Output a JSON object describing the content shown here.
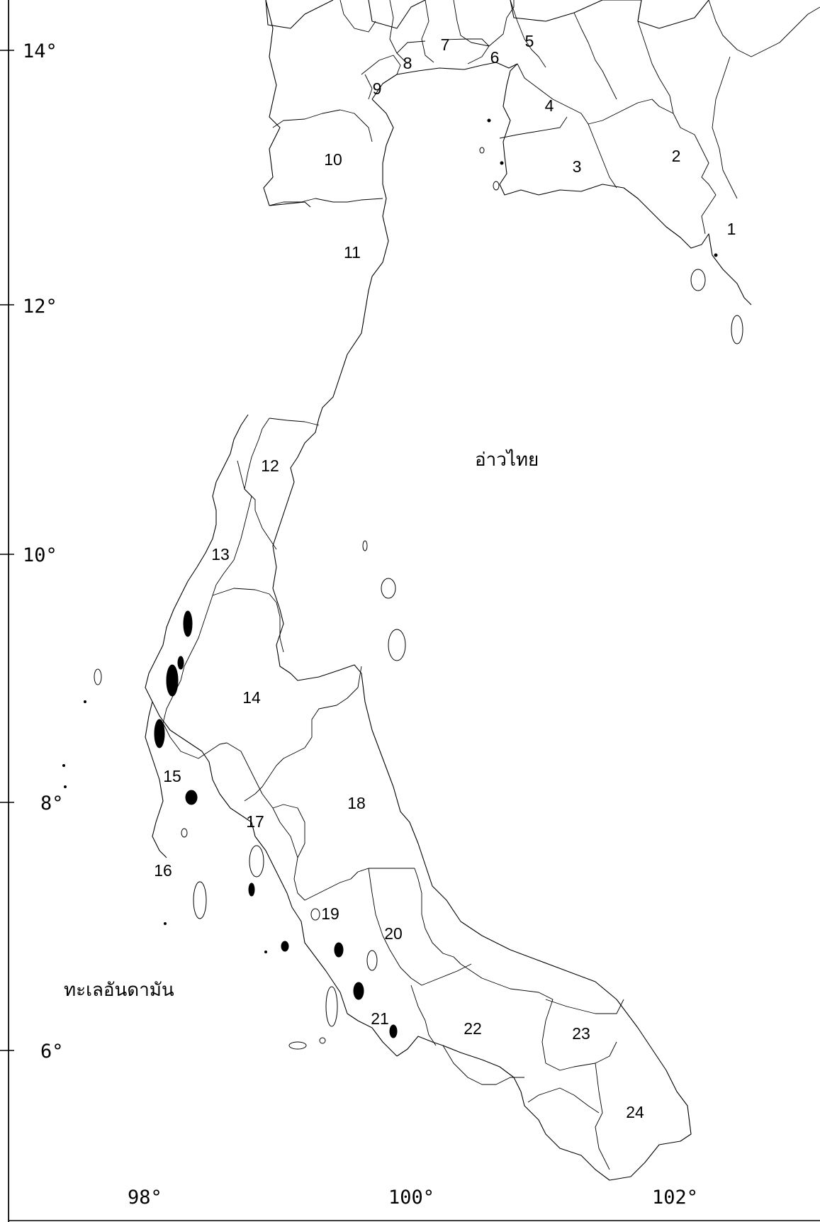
{
  "lat_labels": [
    "14°",
    "12°",
    "10°",
    "8°",
    "6°"
  ],
  "lon_labels": [
    "98°",
    "100°",
    "102°"
  ],
  "sea_labels": {
    "gulf": "อ่าวไทย",
    "andaman": "ทะเลอันดามัน"
  },
  "provinces": [
    "1",
    "2",
    "3",
    "4",
    "5",
    "6",
    "7",
    "8",
    "9",
    "10",
    "11",
    "12",
    "13",
    "14",
    "15",
    "16",
    "17",
    "18",
    "19",
    "20",
    "21",
    "22",
    "23",
    "24"
  ]
}
